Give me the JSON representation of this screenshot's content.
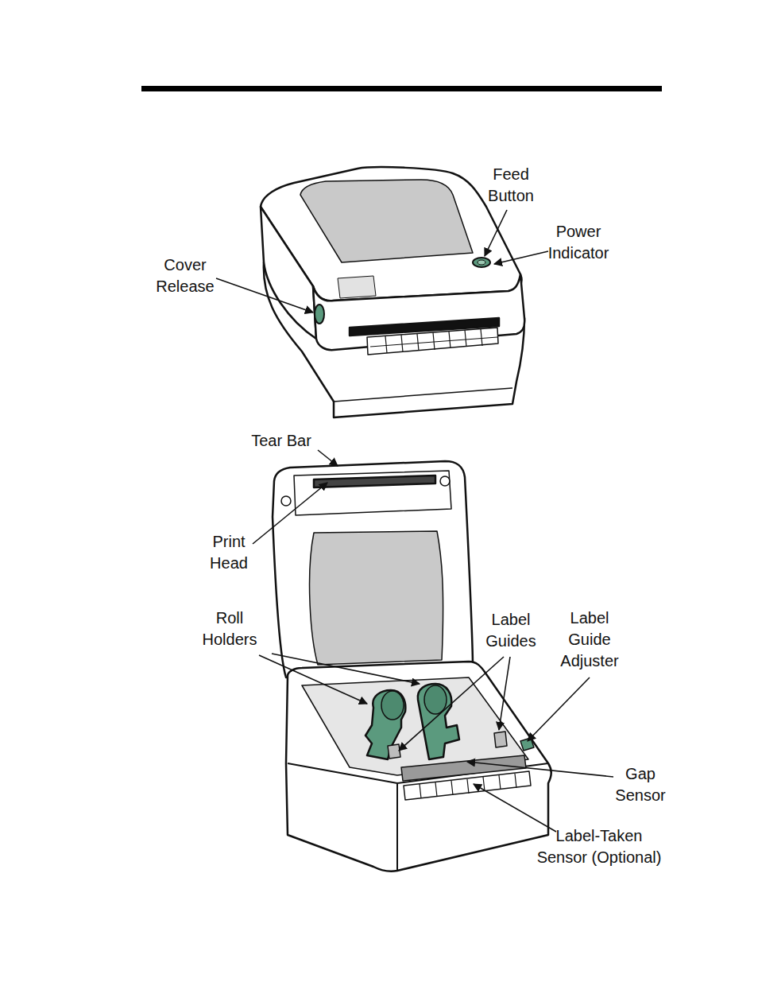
{
  "diagram": {
    "labels": [
      "Feed Button",
      "Power Indicator",
      "Cover Release",
      "Tear Bar",
      "Print Head",
      "Roll Holders",
      "Label Guides",
      "Label Guide Adjuster",
      "Gap Sensor",
      "Label-Taken Sensor (Optional)"
    ]
  }
}
